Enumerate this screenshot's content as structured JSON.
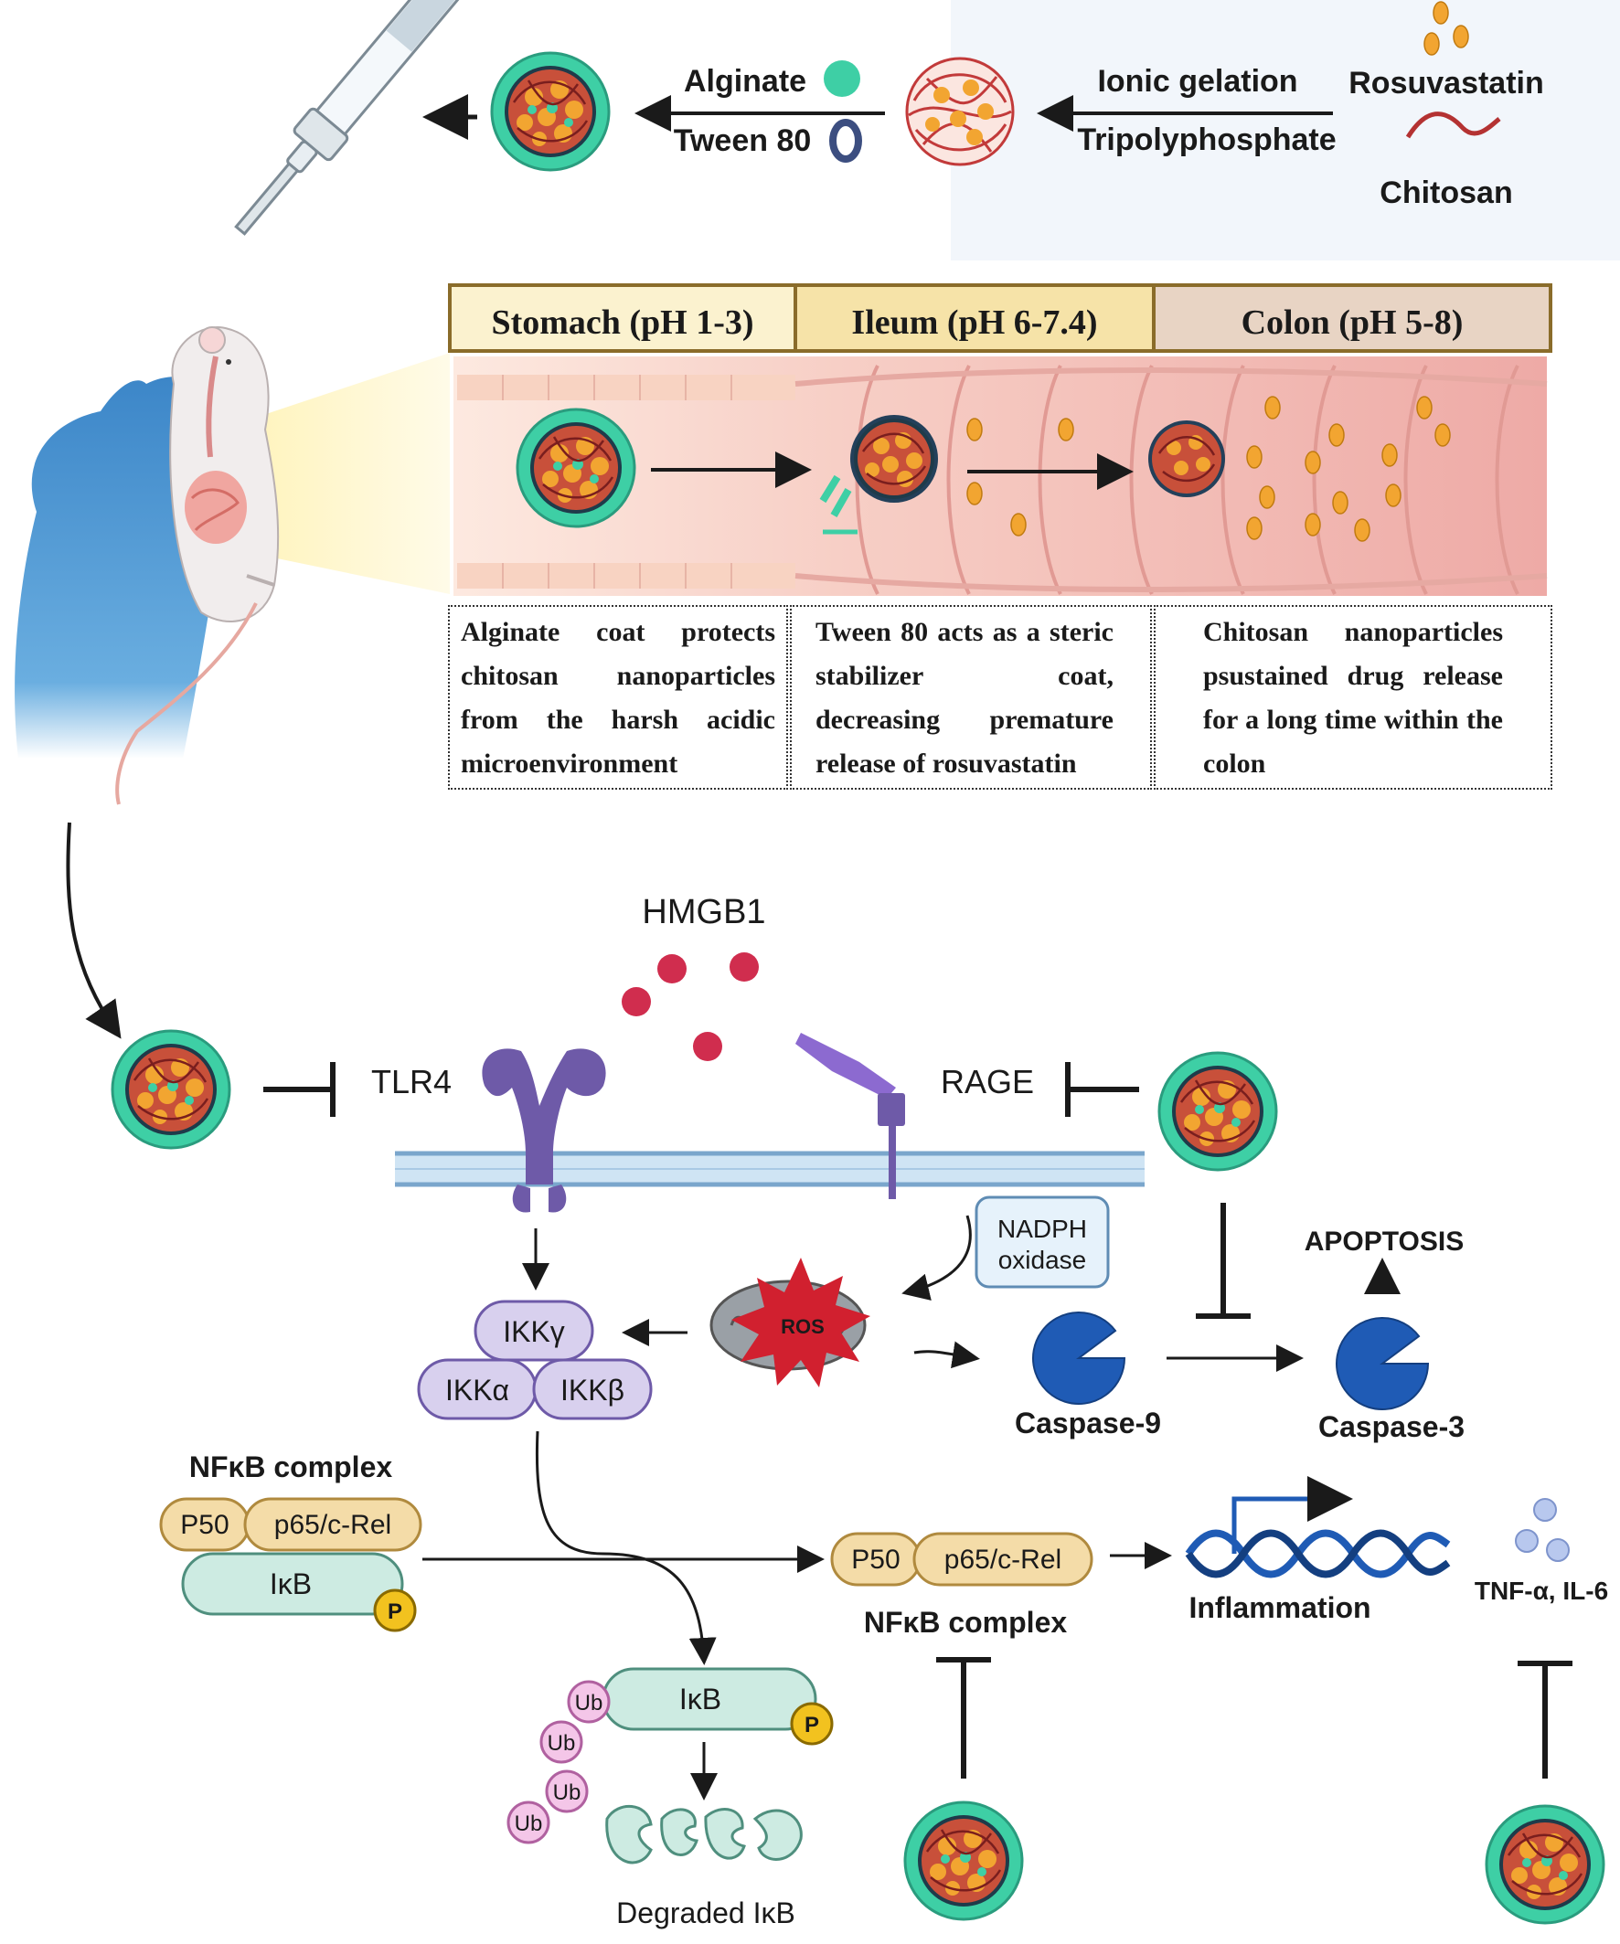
{
  "synthesis": {
    "alginate": "Alginate",
    "tween80": "Tween 80",
    "ionic_gelation": "Ionic gelation",
    "tripolyphosphate": "Tripolyphosphate",
    "rosuvastatin": "Rosuvastatin",
    "chitosan": "Chitosan"
  },
  "gi_tract": {
    "stomach": "Stomach (pH 1-3)",
    "ileum": "Ileum (pH 6-7.4)",
    "colon": "Colon (pH 5-8)",
    "stomach_text": "Alginate coat protects chitosan nanoparticles from the harsh acidic microenvironment",
    "ileum_text": "Tween 80 acts as a steric stabilizer coat, decreasing premature release of rosuvastatin",
    "colon_text": "Chitosan nanoparticles psustained drug release for a long time within the colon"
  },
  "pathway": {
    "hmgb1": "HMGB1",
    "tlr4": "TLR4",
    "rage": "RAGE",
    "nadph_line1": "NADPH",
    "nadph_line2": "oxidase",
    "ros": "ROS",
    "ikk_gamma": "IKKγ",
    "ikk_alpha": "IKKα",
    "ikk_beta": "IKKβ",
    "apoptosis": "APOPTOSIS",
    "caspase9": "Caspase-9",
    "caspase3": "Caspase-3",
    "nfkb_complex": "NFκB complex",
    "p50": "P50",
    "p65": "p65/c-Rel",
    "ikb": "IκB",
    "p": "P",
    "ub": "Ub",
    "degraded_ikb": "Degraded IκB",
    "inflammation": "Inflammation",
    "cytokines": "TNF-α, IL-6"
  },
  "colors": {
    "alginate_ring": "#3ecfa5",
    "membrane": "#b8d8f0",
    "receptor": "#6e5aa8",
    "caspase": "#1f5bb5",
    "nfkb_fill": "#f4dca8",
    "ikb_fill": "#cdebe2",
    "ub_fill": "#f4c6e8",
    "apoptosis": "#a31d1d"
  }
}
